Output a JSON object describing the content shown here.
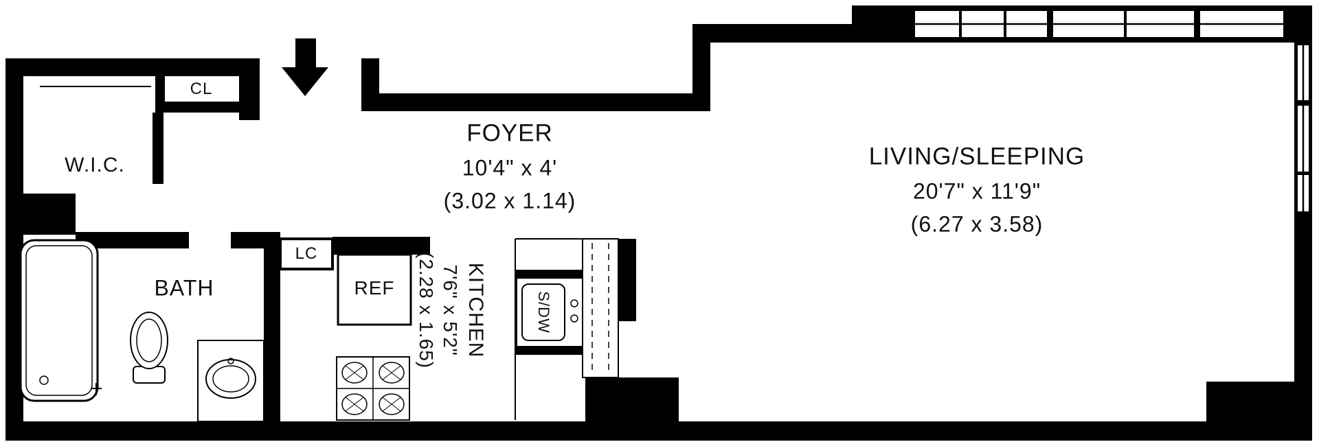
{
  "colors": {
    "wall": "#000000",
    "floor": "#ffffff",
    "text": "#111111"
  },
  "rooms": {
    "foyer": {
      "name": "FOYER",
      "dimensions_ft": "10'4\" x 4'",
      "dimensions_m": "(3.02 x 1.14)"
    },
    "living_sleeping": {
      "name": "LIVING/SLEEPING",
      "dimensions_ft": "20'7\" x 11'9\"",
      "dimensions_m": "(6.27 x 3.58)"
    },
    "kitchen": {
      "name": "KITCHEN",
      "dimensions_ft": "7'6\" x 5'2\"",
      "dimensions_m": "(2.28 x 1.65)"
    },
    "bath": {
      "name": "BATH"
    },
    "walk_in_closet": {
      "name": "W.I.C."
    },
    "closet": {
      "name": "CL"
    },
    "linen_closet": {
      "name": "LC"
    }
  },
  "fixtures": {
    "refrigerator": "REF",
    "sink_dishwasher": "S/DW"
  }
}
